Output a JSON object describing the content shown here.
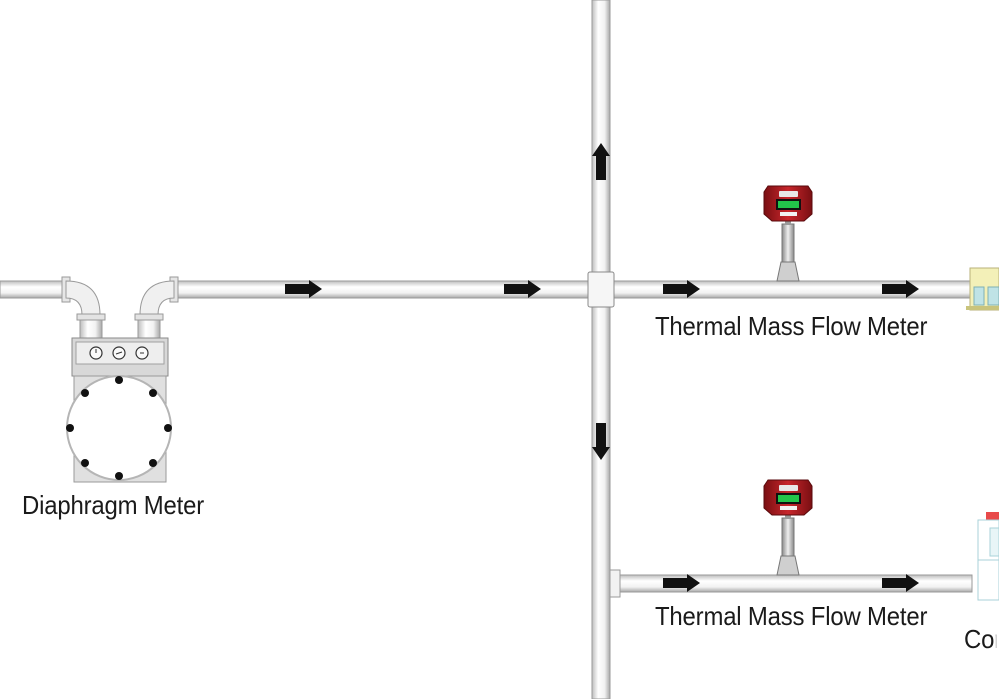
{
  "labels": {
    "diaphragm_meter": "Diaphragm Meter",
    "thermal_upper": "Thermal Mass Flow Meter",
    "thermal_lower": "Thermal Mass Flow Meter",
    "cut_off": "Cor"
  },
  "flow_arrows": {
    "main_line": 4,
    "riser_up": 1,
    "riser_down": 1,
    "branch_line": 2
  },
  "colors": {
    "pipe_fill": "#f4f4f4",
    "pipe_stroke": "#9a9a9a",
    "arrow": "#111111",
    "transmitter_red": "#b51e24",
    "display_green": "#22c54a",
    "meter_body": "#d6d6d6"
  }
}
